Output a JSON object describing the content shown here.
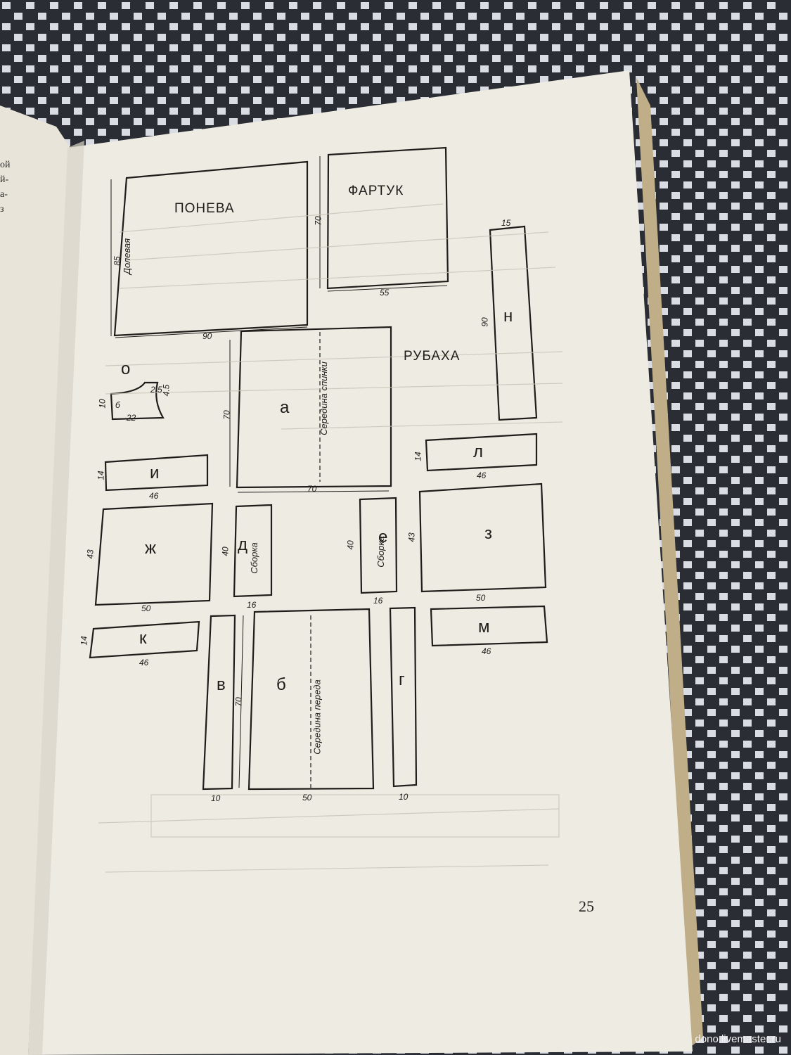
{
  "pieces": {
    "poneva": {
      "title": "ПОНЕВА",
      "grain": "Долевая",
      "w": "90",
      "h": "85"
    },
    "fartuk": {
      "title": "ФАРТУК",
      "w": "55",
      "h": "70"
    },
    "rubaha": {
      "title": "РУБАХА"
    },
    "a": {
      "letter": "а",
      "center": "Середина спинки",
      "w": "70",
      "h": "70"
    },
    "b": {
      "letter": "б",
      "center": "Середина переда",
      "w": "50",
      "h": "70"
    },
    "v": {
      "letter": "в",
      "w": "10"
    },
    "g": {
      "letter": "г",
      "w": "10"
    },
    "d": {
      "letter": "д",
      "gather": "Сборка",
      "w": "16",
      "h": "40"
    },
    "e": {
      "letter": "е",
      "gather": "Сборка",
      "w": "16",
      "h": "40"
    },
    "zh": {
      "letter": "ж",
      "w": "50",
      "h": "43"
    },
    "z": {
      "letter": "з",
      "w": "50",
      "h": "43"
    },
    "i": {
      "letter": "и",
      "w": "46",
      "h": "14"
    },
    "k": {
      "letter": "к",
      "w": "46",
      "h": "14"
    },
    "l": {
      "letter": "л",
      "w": "46",
      "h": "14"
    },
    "m": {
      "letter": "м",
      "w": "46"
    },
    "n": {
      "letter": "н",
      "w": "15",
      "h": "90"
    },
    "o": {
      "letter": "о",
      "small": "б",
      "w": "22",
      "h": "10",
      "d1": "2.5",
      "d2": "4.5"
    }
  },
  "page_number": "25",
  "left_page_fragments": [
    "ой",
    "й-",
    "а-",
    "з"
  ],
  "watermark": "dono.livemaster.ru",
  "colors": {
    "paper": "#eeebe3",
    "ink": "#1f1d1a",
    "cloth_dark": "#2a2d33",
    "cloth_light": "#dfe2e8"
  }
}
